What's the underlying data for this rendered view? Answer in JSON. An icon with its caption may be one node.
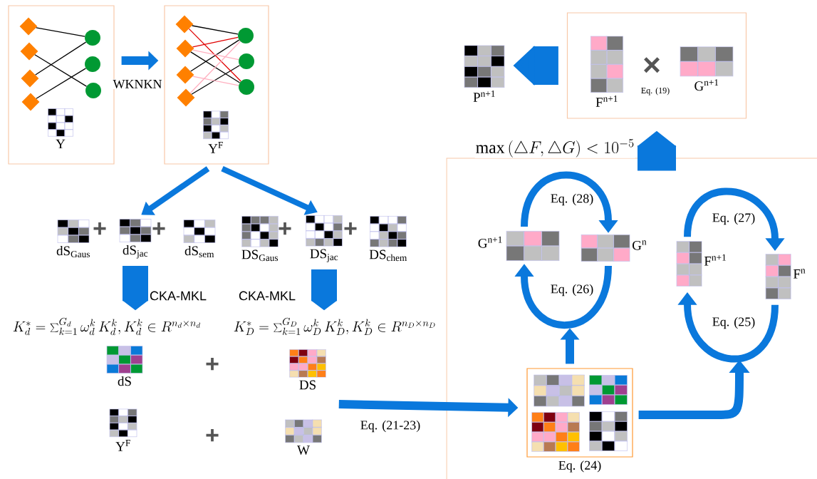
{
  "diagram": {
    "nodes": [
      {
        "text": [],
        "shape": "box"
      },
      {
        "text": [],
        "shape": "diamond",
        "in": 0
      },
      {
        "text": [],
        "shape": "diamond",
        "in": 0
      },
      {
        "text": [],
        "shape": "diamond",
        "in": 0
      },
      {
        "text": [],
        "shape": "diamond",
        "in": 0
      },
      {
        "text": [],
        "shape": "circle",
        "in": 0
      },
      {
        "text": [],
        "shape": "circle",
        "in": 0
      },
      {
        "text": [],
        "shape": "circle",
        "in": 0
      },
      {
        "text": [
          "Y"
        ],
        "in": 0
      },
      {
        "text": [],
        "shape": "box"
      },
      {
        "text": [],
        "shape": "diamond",
        "in": 9
      },
      {
        "text": [],
        "shape": "diamond",
        "in": 9
      },
      {
        "text": [],
        "shape": "diamond",
        "in": 9
      },
      {
        "text": [],
        "shape": "diamond",
        "in": 9
      },
      {
        "text": [],
        "shape": "circle",
        "in": 9
      },
      {
        "text": [],
        "shape": "circle",
        "in": 9
      },
      {
        "text": [],
        "shape": "circle",
        "in": 9
      },
      {
        "text": [
          "Y$^{F}$"
        ],
        "in": 9
      },
      {
        "text": [
          "dS$_{Gaus}$"
        ]
      },
      {
        "text": [
          "dS$_{jac}$"
        ]
      },
      {
        "text": [
          "dS$_{sem}$"
        ]
      },
      {
        "text": [
          "DS$_{Gaus}$"
        ]
      },
      {
        "text": [
          "DS$_{jac}$"
        ]
      },
      {
        "text": [
          "DS$_{chem}$"
        ]
      },
      {
        "text": [
          "K_d^{*}=\\sum_{k=1}^{G_d}\\omega_d^{k}\\,K_d^{k}, K_d^{k}\\in R^{n_d\\times n_d}"
        ]
      },
      {
        "text": [
          "K_D^{*}=\\sum_{k=1}^{G_D}\\omega_D^{k}\\,K_D^{k}, K_D^{k}\\in R^{n_D\\times n_D}"
        ]
      },
      {
        "text": [
          "dS"
        ]
      },
      {
        "text": [
          "DS"
        ]
      },
      {
        "text": [
          "Y$^{F}$"
        ]
      },
      {
        "text": [
          "W"
        ]
      },
      {
        "text": [],
        "shape": "box"
      },
      {
        "text": [
          "G$^{n+1}$"
        ],
        "in": 30
      },
      {
        "text": [
          "G$^{n}$"
        ],
        "in": 30
      },
      {
        "text": [
          "F$^{n+1}$"
        ],
        "in": 30
      },
      {
        "text": [
          "F$^{n}$"
        ],
        "in": 30
      },
      {
        "text": [],
        "shape": "box",
        "in": 30,
        "beside": [
          "Eq. (24)"
        ]
      },
      {
        "text": [],
        "shape": "box"
      },
      {
        "text": [
          "F$^{n+1}$"
        ],
        "in": 36
      },
      {
        "text": [
          "G$^{n+1}$"
        ],
        "in": 36
      },
      {
        "text": [
          "P$^{n+1}$"
        ]
      }
    ],
    "edges": [
      {
        "from": 1,
        "to": 5,
        "arrow": "none",
        "color": "#000000"
      },
      {
        "from": 2,
        "to": 7,
        "arrow": "none",
        "color": "#000000"
      },
      {
        "from": 3,
        "to": 5,
        "arrow": "none",
        "color": "#000000"
      },
      {
        "from": 4,
        "to": 6,
        "arrow": "none",
        "color": "#000000"
      },
      {
        "from": 10,
        "to": 14,
        "arrow": "none",
        "color": "#000000"
      },
      {
        "from": 11,
        "to": 16,
        "arrow": "none",
        "color": "#000000"
      },
      {
        "from": 12,
        "to": 14,
        "arrow": "none",
        "color": "#000000"
      },
      {
        "from": 13,
        "to": 15,
        "arrow": "none",
        "color": "#000000"
      },
      {
        "from": 10,
        "to": 16,
        "arrow": "none",
        "color": "#e00000"
      },
      {
        "from": 11,
        "to": 14,
        "arrow": "none",
        "color": "#e00000"
      },
      {
        "from": 11,
        "to": 15,
        "arrow": "none",
        "color": "#ffb0c0"
      },
      {
        "from": 12,
        "to": 16,
        "arrow": "none",
        "color": "#ffb0c0"
      },
      {
        "from": 13,
        "to": 14,
        "arrow": "none",
        "color": "#ffb0c0"
      },
      {
        "from": 0,
        "to": 9,
        "arrow": "to",
        "label": "WKNKN"
      },
      {
        "from": 9,
        "to": 19,
        "arrow": "to"
      },
      {
        "from": 9,
        "to": 22,
        "arrow": "to"
      },
      {
        "from": 19,
        "to": 24,
        "arrow": "to",
        "label": "CKA-MKL",
        "style": "thick"
      },
      {
        "from": 22,
        "to": 25,
        "arrow": "to",
        "label": "CKA-MKL",
        "style": "thick"
      },
      {
        "from": 27,
        "to": 35,
        "arrow": "to",
        "label": "Eq. (21-23)"
      },
      {
        "from": 35,
        "to": null,
        "arrow": "to"
      },
      {
        "from": 35,
        "to": null,
        "arrow": "to"
      },
      {
        "from": 31,
        "to": 32,
        "arrow": "to",
        "label": "Eq. (28)"
      },
      {
        "from": 32,
        "to": 31,
        "arrow": "to",
        "label": "Eq. (26)"
      },
      {
        "from": 33,
        "to": 34,
        "arrow": "to",
        "label": "Eq. (27)"
      },
      {
        "from": 34,
        "to": 33,
        "arrow": "to",
        "label": "Eq. (25)"
      },
      {
        "from": 30,
        "to": 36,
        "arrow": "to",
        "label": "\\max\\left(\\triangle F,\\triangle G\\right)<10^{-5}",
        "style": "thick"
      },
      {
        "from": 36,
        "to": 39,
        "arrow": "to",
        "style": "thick"
      }
    ],
    "labels": [
      "×",
      "Eq. (19)",
      "+",
      "+",
      "+",
      "+",
      "+",
      "+"
    ]
  }
}
